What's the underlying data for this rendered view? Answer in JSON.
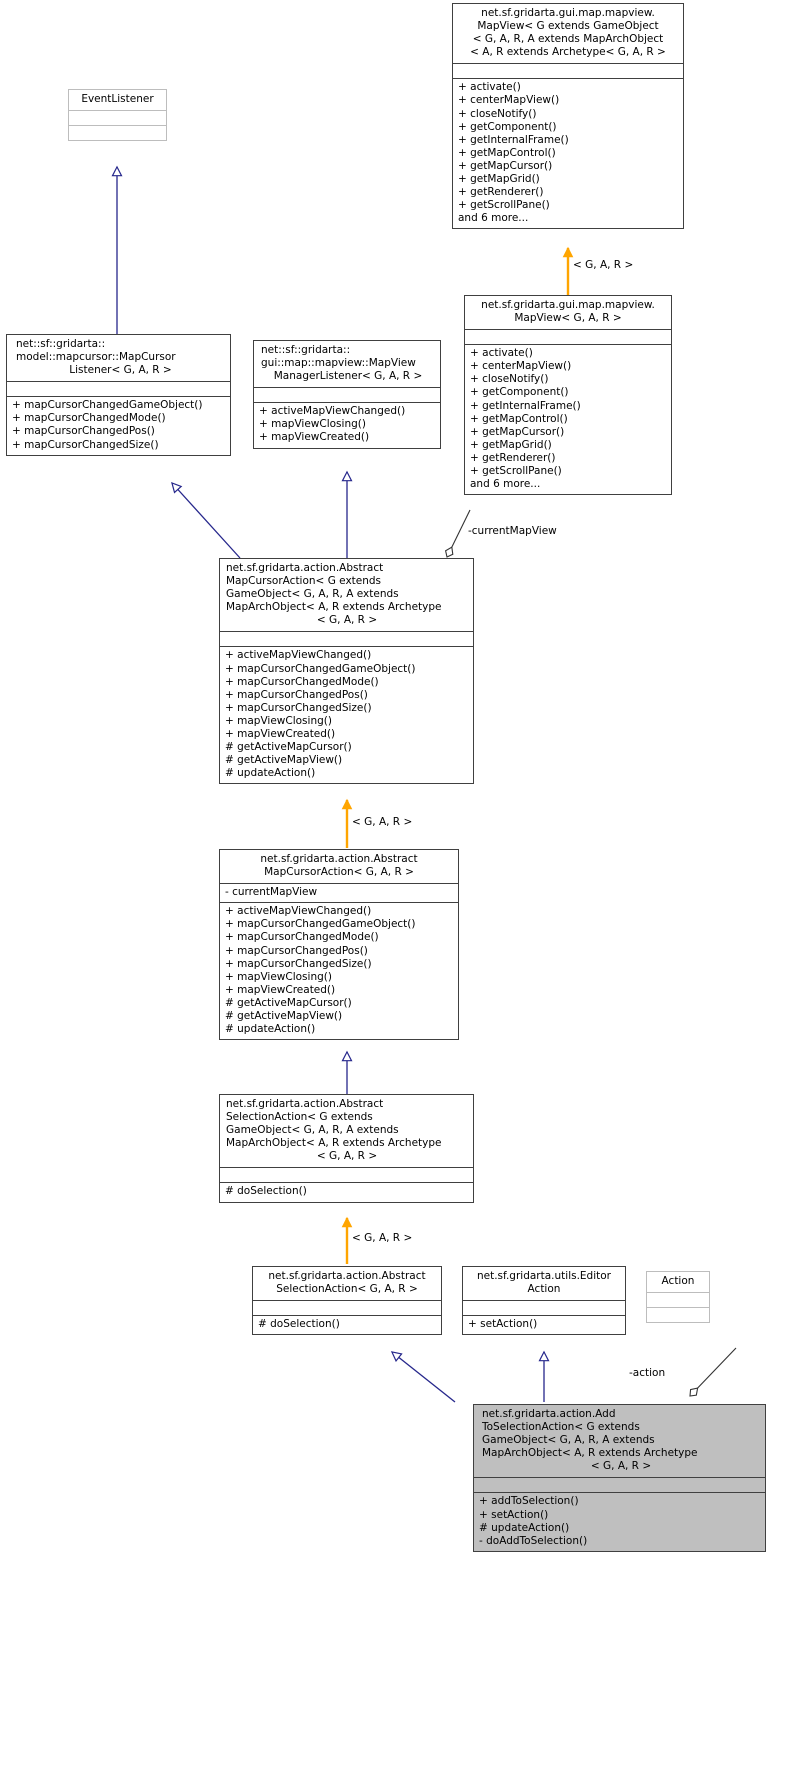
{
  "diagram": {
    "kind": "uml-class-diagram",
    "title": "net.sf.gridarta.action.AddToSelectionAction inheritance diagram",
    "colors": {
      "inheritance_arrow": "#26278c",
      "template_arrow": "#ffa500",
      "aggregation_edge": "#333333",
      "highlight_fill": "#bfbfbf",
      "external_border": "#bdbdbd",
      "node_border": "#404040"
    }
  },
  "nodes": {
    "event_listener": {
      "title_lines": [
        "EventListener"
      ],
      "attributes": [],
      "operations": [],
      "external": true
    },
    "map_view_full": {
      "title_lines": [
        "net.sf.gridarta.gui.map.mapview.",
        "MapView< G extends GameObject",
        "< G, A, R, A extends MapArchObject",
        "< A, R extends Archetype< G, A, R >"
      ],
      "attributes": [],
      "operations": [
        "+ activate()",
        "+ centerMapView()",
        "+ closeNotify()",
        "+ getComponent()",
        "+ getInternalFrame()",
        "+ getMapControl()",
        "+ getMapCursor()",
        "+ getMapGrid()",
        "+ getRenderer()",
        "+ getScrollPane()",
        "and 6 more..."
      ]
    },
    "map_view_short": {
      "title_lines": [
        "net.sf.gridarta.gui.map.mapview.",
        "MapView< G, A, R >"
      ],
      "attributes": [],
      "operations": [
        "+ activate()",
        "+ centerMapView()",
        "+ closeNotify()",
        "+ getComponent()",
        "+ getInternalFrame()",
        "+ getMapControl()",
        "+ getMapCursor()",
        "+ getMapGrid()",
        "+ getRenderer()",
        "+ getScrollPane()",
        "and 6 more..."
      ]
    },
    "map_cursor_listener": {
      "title_lines": [
        "net::sf::gridarta::",
        "model::mapcursor::MapCursor",
        "Listener< G, A, R >"
      ],
      "attributes": [],
      "operations": [
        "+ mapCursorChangedGameObject()",
        "+ mapCursorChangedMode()",
        "+ mapCursorChangedPos()",
        "+ mapCursorChangedSize()"
      ]
    },
    "map_view_manager_listener": {
      "title_lines": [
        "net::sf::gridarta::",
        "gui::map::mapview::MapView",
        "ManagerListener< G, A, R >"
      ],
      "attributes": [],
      "operations": [
        "+ activeMapViewChanged()",
        "+ mapViewClosing()",
        "+ mapViewCreated()"
      ]
    },
    "abstract_map_cursor_action_full": {
      "title_lines": [
        "net.sf.gridarta.action.Abstract",
        "MapCursorAction< G extends",
        "GameObject< G, A, R, A extends",
        "MapArchObject< A, R extends Archetype",
        "< G, A, R >"
      ],
      "attributes": [],
      "operations": [
        "+ activeMapViewChanged()",
        "+ mapCursorChangedGameObject()",
        "+ mapCursorChangedMode()",
        "+ mapCursorChangedPos()",
        "+ mapCursorChangedSize()",
        "+ mapViewClosing()",
        "+ mapViewCreated()",
        "# getActiveMapCursor()",
        "# getActiveMapView()",
        "# updateAction()"
      ]
    },
    "abstract_map_cursor_action_short": {
      "title_lines": [
        "net.sf.gridarta.action.Abstract",
        "MapCursorAction< G, A, R >"
      ],
      "attributes": [
        "- currentMapView"
      ],
      "operations": [
        "+ activeMapViewChanged()",
        "+ mapCursorChangedGameObject()",
        "+ mapCursorChangedMode()",
        "+ mapCursorChangedPos()",
        "+ mapCursorChangedSize()",
        "+ mapViewClosing()",
        "+ mapViewCreated()",
        "# getActiveMapCursor()",
        "# getActiveMapView()",
        "# updateAction()"
      ]
    },
    "abstract_selection_action_full": {
      "title_lines": [
        "net.sf.gridarta.action.Abstract",
        "SelectionAction< G extends",
        "GameObject< G, A, R, A extends",
        "MapArchObject< A, R extends Archetype",
        "< G, A, R >"
      ],
      "attributes": [],
      "operations": [
        "# doSelection()"
      ]
    },
    "abstract_selection_action_short": {
      "title_lines": [
        "net.sf.gridarta.action.Abstract",
        "SelectionAction< G, A, R >"
      ],
      "attributes": [],
      "operations": [
        "# doSelection()"
      ]
    },
    "editor_action": {
      "title_lines": [
        "net.sf.gridarta.utils.Editor",
        "Action"
      ],
      "attributes": [],
      "operations": [
        "+ setAction()"
      ]
    },
    "action": {
      "title_lines": [
        "Action"
      ],
      "attributes": [],
      "operations": [],
      "external": true
    },
    "add_to_selection_action": {
      "title_lines": [
        "net.sf.gridarta.action.Add",
        "ToSelectionAction< G extends",
        "GameObject< G, A, R, A extends",
        "MapArchObject< A, R extends Archetype",
        "< G, A, R >"
      ],
      "attributes": [],
      "operations": [
        "+ addToSelection()",
        "+ setAction()",
        "# updateAction()",
        "- doAddToSelection()"
      ],
      "highlighted": true
    }
  },
  "edge_labels": {
    "template_map_view": "< G, A, R >",
    "current_map_view": "-currentMapView",
    "template_map_cursor_action": "< G, A, R >",
    "template_selection_action": "< G, A, R >",
    "action_role": "-action"
  }
}
